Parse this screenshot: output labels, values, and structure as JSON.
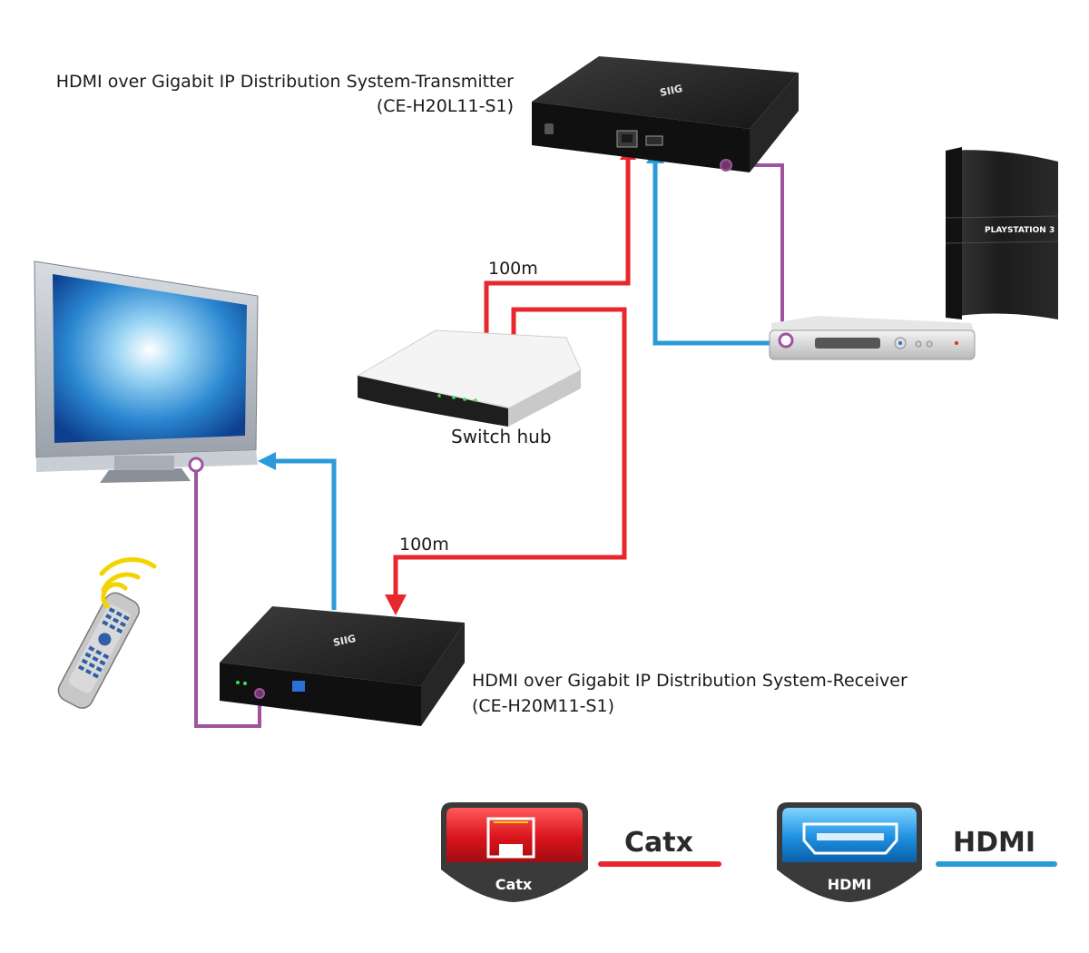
{
  "transmitter": {
    "title": "HDMI over Gigabit IP Distribution System-Transmitter",
    "model": "(CE-H20L11-S1)",
    "brand": "SIIG"
  },
  "receiver": {
    "title": "HDMI over Gigabit IP Distribution System-Receiver",
    "model": "(CE-H20M11-S1)",
    "brand": "SIIG"
  },
  "switch_hub": {
    "label": "Switch hub"
  },
  "playstation": {
    "label": "PLAYSTATION 3"
  },
  "distances": {
    "upper": "100m",
    "lower": "100m"
  },
  "legend": {
    "catx": {
      "badge": "Catx",
      "label": "Catx",
      "color": "#e8262d"
    },
    "hdmi": {
      "badge": "HDMI",
      "label": "HDMI",
      "color": "#2b9ad9"
    }
  },
  "colors": {
    "catx": "#e8262d",
    "hdmi": "#2b9ad9",
    "ir": "#a0529e"
  }
}
